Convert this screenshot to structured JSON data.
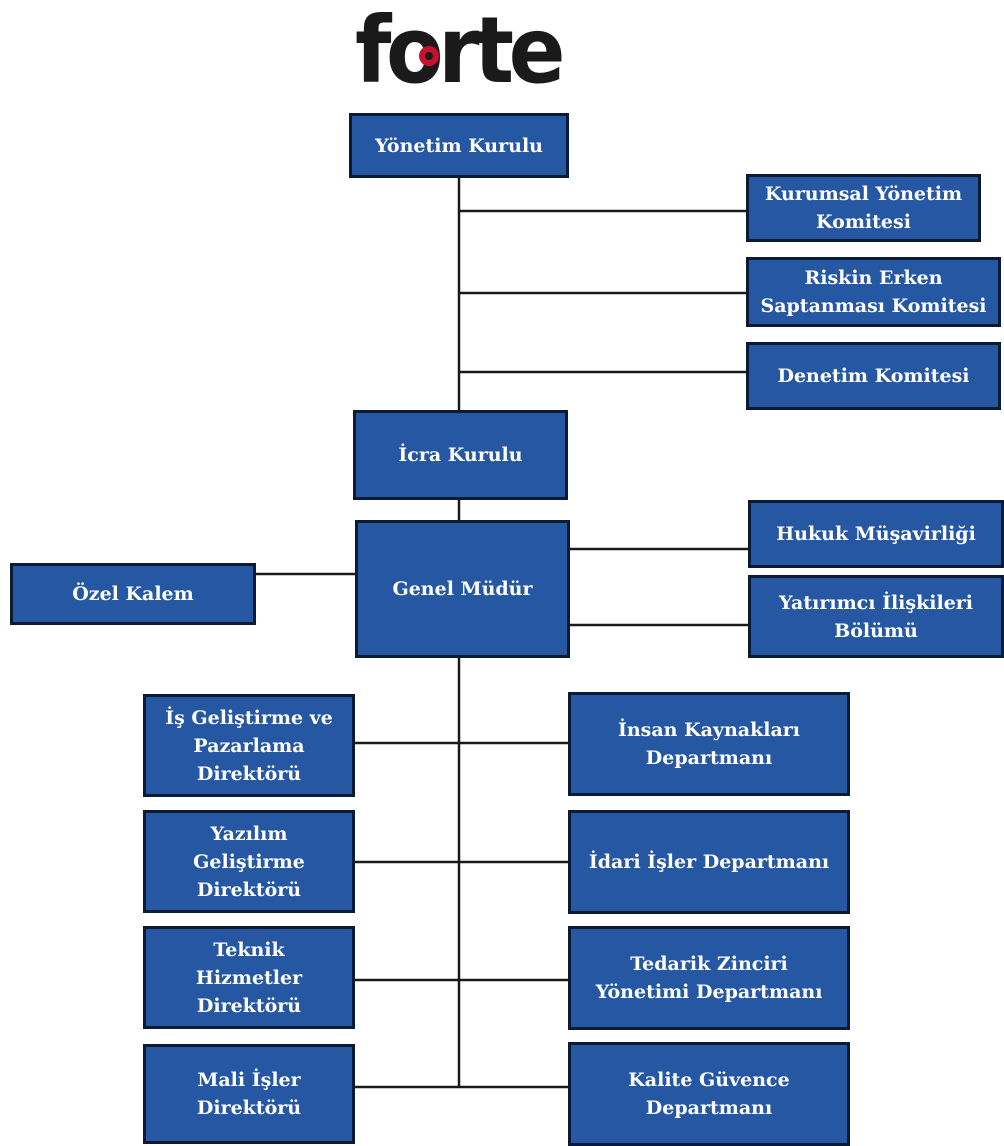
{
  "logo": {
    "text": "forte",
    "colors": {
      "text": "#1a1a1a",
      "accent": "#c8102e"
    }
  },
  "colors": {
    "box_fill": "#2557a3",
    "box_border": "#0d1a33",
    "box_text": "#ffffff",
    "connector": "#1a1a1a"
  },
  "nodes": {
    "yonetim_kurulu": "Yönetim Kurulu",
    "kurumsal_yonetim": "Kurumsal Yönetim\nKomitesi",
    "riskin_erken": "Riskin Erken\nSaptanması Komitesi",
    "denetim": "Denetim Komitesi",
    "icra_kurulu": "İcra Kurulu",
    "genel_mudur": "Genel Müdür",
    "ozel_kalem": "Özel Kalem",
    "hukuk": "Hukuk Müşavirliği",
    "yatirimci": "Yatırımcı İlişkileri\nBölümü",
    "is_gelistirme": "İş Geliştirme ve\nPazarlama\nDirektörü",
    "yazilim": "Yazılım\nGeliştirme\nDirektörü",
    "teknik": "Teknik\nHizmetler\nDirektörü",
    "mali": "Mali İşler\nDirektörü",
    "insan_kaynaklari": "İnsan Kaynakları\nDepartmanı",
    "idari_isler": "İdari İşler Departmanı",
    "tedarik": "Tedarik Zinciri\nYönetimi Departmanı",
    "kalite": "Kalite Güvence\nDepartmanı"
  }
}
